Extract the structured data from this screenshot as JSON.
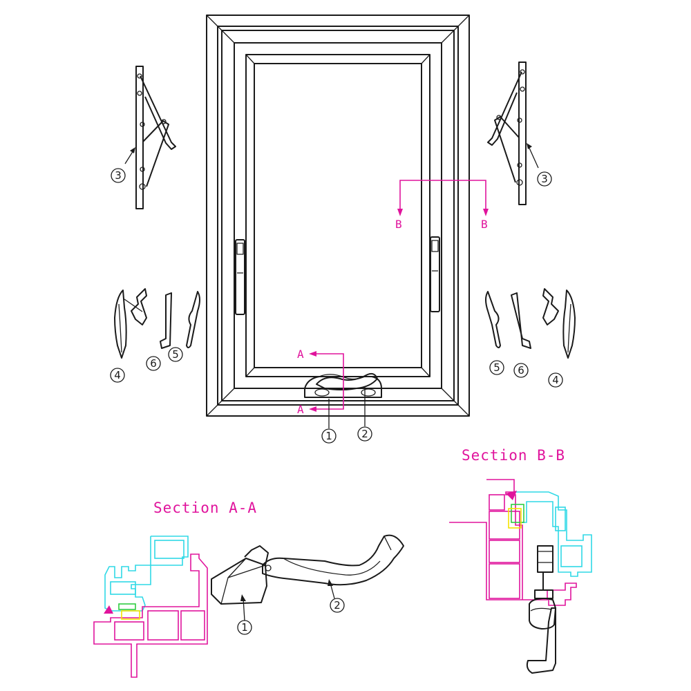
{
  "sections": {
    "a_title": "Section A-A",
    "b_title": "Section B-B"
  },
  "cut_labels": {
    "a_top": "A",
    "a_bottom": "A",
    "b_left": "B",
    "b_right": "B"
  },
  "callouts": {
    "p1": "1",
    "p2": "2",
    "p3_left": "3",
    "p3_right": "3",
    "p4_left": "4",
    "p4_right": "4",
    "p5_left": "5",
    "p5_right": "5",
    "p6_left": "6",
    "p6_right": "6",
    "sec_a_1": "1",
    "sec_a_2": "2"
  },
  "colors": {
    "line": "#1a1a1a",
    "section_marker": "#e0139c",
    "sash_profile": "#2fd9e6",
    "gasket_green": "#2ecc40",
    "gasket_yellow": "#f4e300"
  }
}
